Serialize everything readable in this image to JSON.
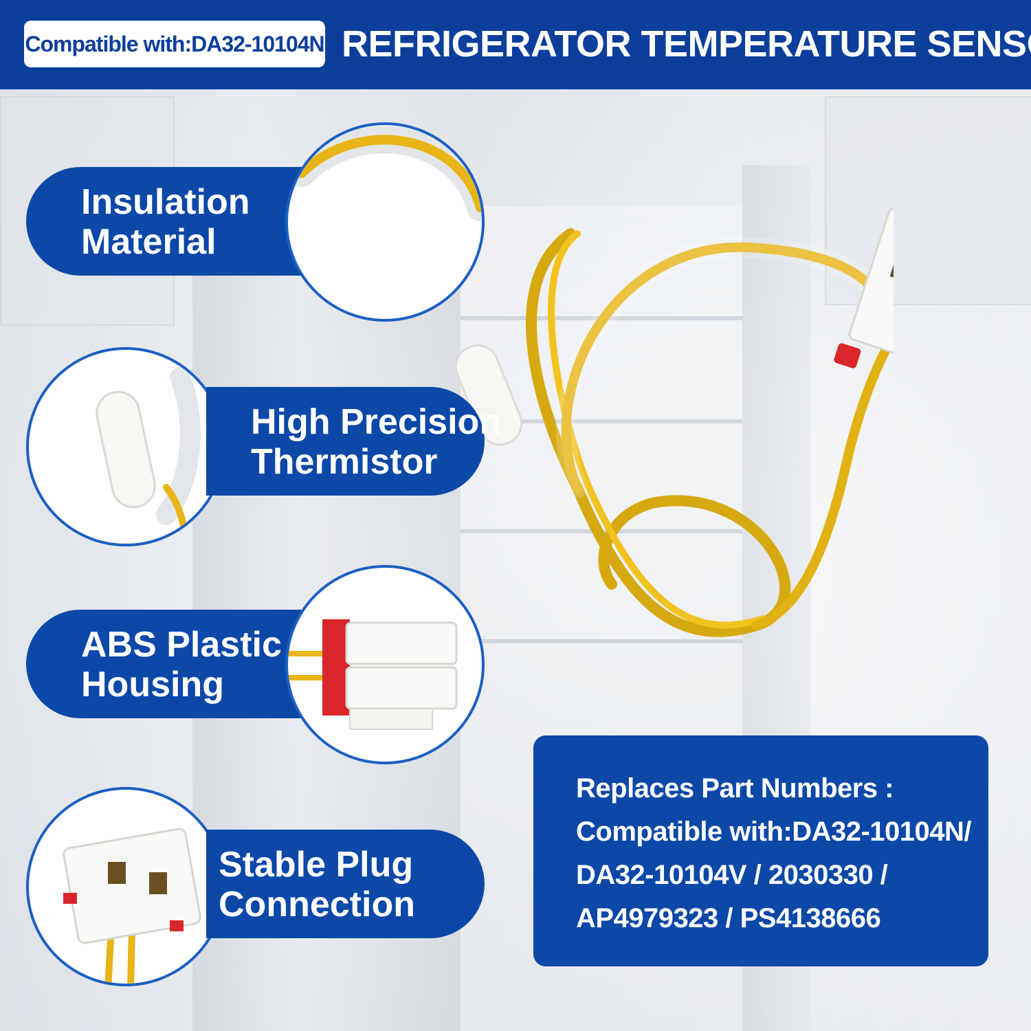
{
  "header": {
    "compatible_badge": "Compatible with:DA32-10104N",
    "title": "REFRIGERATOR TEMPERATURE SENSOR"
  },
  "features": [
    {
      "line1": "Insulation",
      "line2": "Material",
      "icon": "insulation-wire-icon"
    },
    {
      "line1": "High Precision",
      "line2": "Thermistor",
      "icon": "thermistor-probe-icon"
    },
    {
      "line1": "ABS Plastic",
      "line2": "Housing",
      "icon": "plastic-housing-icon"
    },
    {
      "line1": "Stable Plug",
      "line2": "Connection",
      "icon": "plug-connector-icon"
    }
  ],
  "replaces": {
    "line1": "Replaces Part Numbers :",
    "line2": "Compatible with:DA32-10104N/",
    "line3": "DA32-10104V / 2030330 /",
    "line4": "AP4979323 / PS4138666"
  },
  "colors": {
    "brand_blue": "#0c48a8",
    "header_blue": "#0c3f9c",
    "wire_yellow": "#e8b416",
    "connector_red": "#d8262b"
  }
}
